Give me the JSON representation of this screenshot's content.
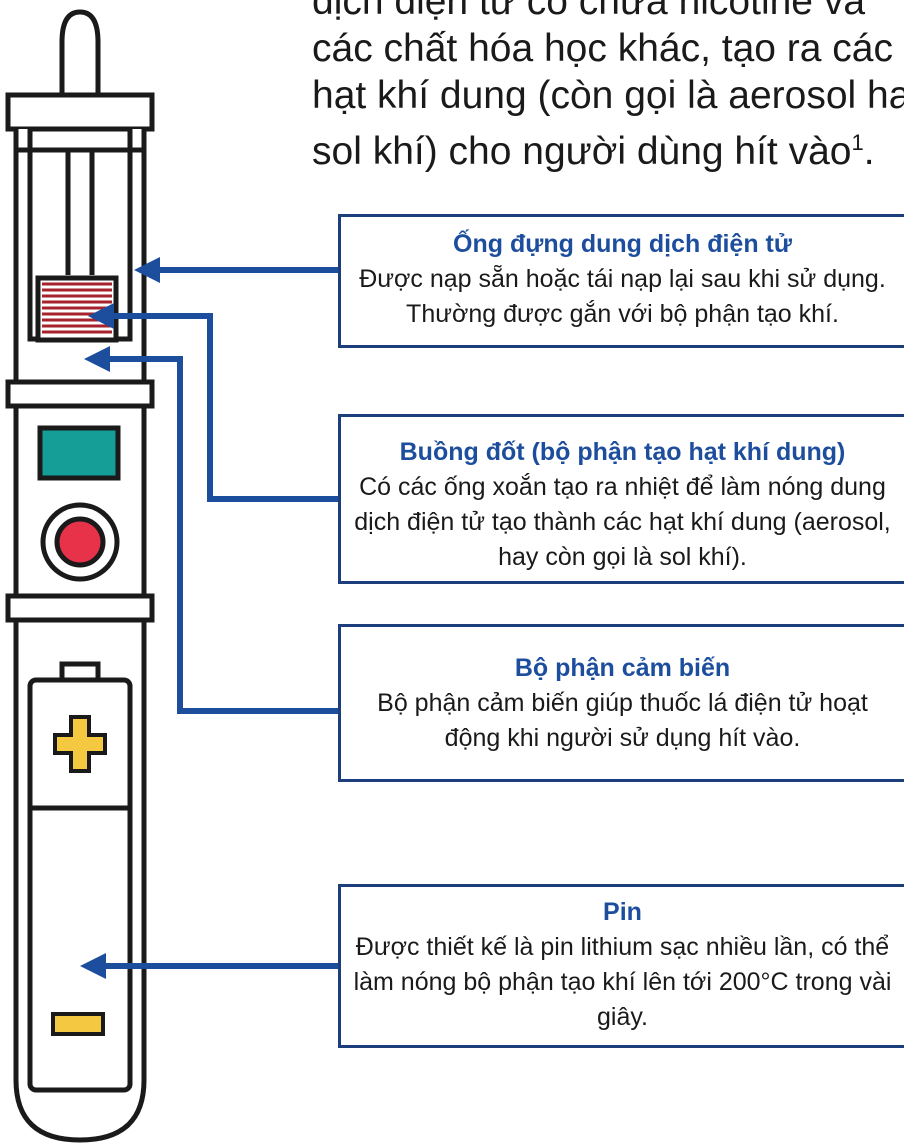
{
  "intro": {
    "lines": [
      "dịch điện tử có chứa nicotine và",
      "các chất hóa học khác, tạo ra các",
      "hạt khí dung (còn gọi là aerosol hay",
      "sol khí) cho người dùng hít vào"
    ],
    "footnote": "1",
    "end": "."
  },
  "callouts": [
    {
      "title": "Ống đựng dung dịch điện tử",
      "body": "Được nạp sẵn hoặc tái nạp lại sau khi sử dụng. Thường được gắn với bộ phận tạo khí."
    },
    {
      "title": "Buồng đốt (bộ phận tạo hạt khí dung)",
      "body": "Có các ống xoắn tạo ra nhiệt để làm nóng dung dịch điện tử tạo thành các hạt khí dung (aerosol, hay còn gọi là sol khí)."
    },
    {
      "title": "Bộ phận cảm biến",
      "body": "Bộ phận cảm biến giúp thuốc lá điện tử hoạt động khi người sử dụng hít vào."
    },
    {
      "title": "Pin",
      "body": "Được thiết kế là pin lithium sạc nhiều lần, có thể làm nóng bộ phận tạo khí lên tới 200°C trong vài giây."
    }
  ],
  "colors": {
    "outline": "#1a1a1a",
    "arrow": "#1d4e9e",
    "heating_coil": "#a6222d",
    "display": "#159d98",
    "button": "#e8324a",
    "battery_sign": "#f5c842"
  }
}
